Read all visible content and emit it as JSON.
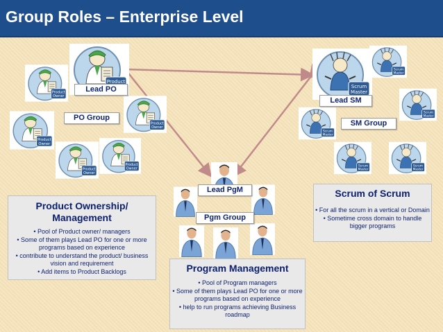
{
  "title": "Group Roles – Enterprise Level",
  "labels": {
    "lead_po": "Lead PO",
    "po_group": "PO Group",
    "lead_sm": "Lead SM",
    "sm_group": "SM Group",
    "lead_pgm": "Lead PgM",
    "pgm_group": "Pgm Group"
  },
  "panels": {
    "product": {
      "heading_line1": "Product Ownership/",
      "heading_line2": "Management",
      "items": [
        "Pool of Product owner/ managers",
        "Some of them plays Lead PO for one or more programs based on experience",
        "contribute to understand the product/ business vision and requirement",
        "Add items to Product Backlogs"
      ]
    },
    "scrum": {
      "heading": "Scrum of Scrum",
      "items": [
        "For all the scrum in a vertical or Domain",
        "Sometime cross domain to handle bigger programs"
      ]
    },
    "program": {
      "heading": "Program Management",
      "items": [
        "Pool of Program managers",
        "Some of them plays Lead PO for one or more programs based on experience",
        "help to run programs achieving Business roadmap"
      ]
    }
  },
  "badges": {
    "product_owner": [
      "Product",
      "Owner"
    ],
    "scrum_master": [
      "Scrum",
      "Master"
    ]
  },
  "colors": {
    "title_bar": "#1f4e8c",
    "text_blue": "#0c1f6e",
    "arrow": "#c08a8a"
  }
}
